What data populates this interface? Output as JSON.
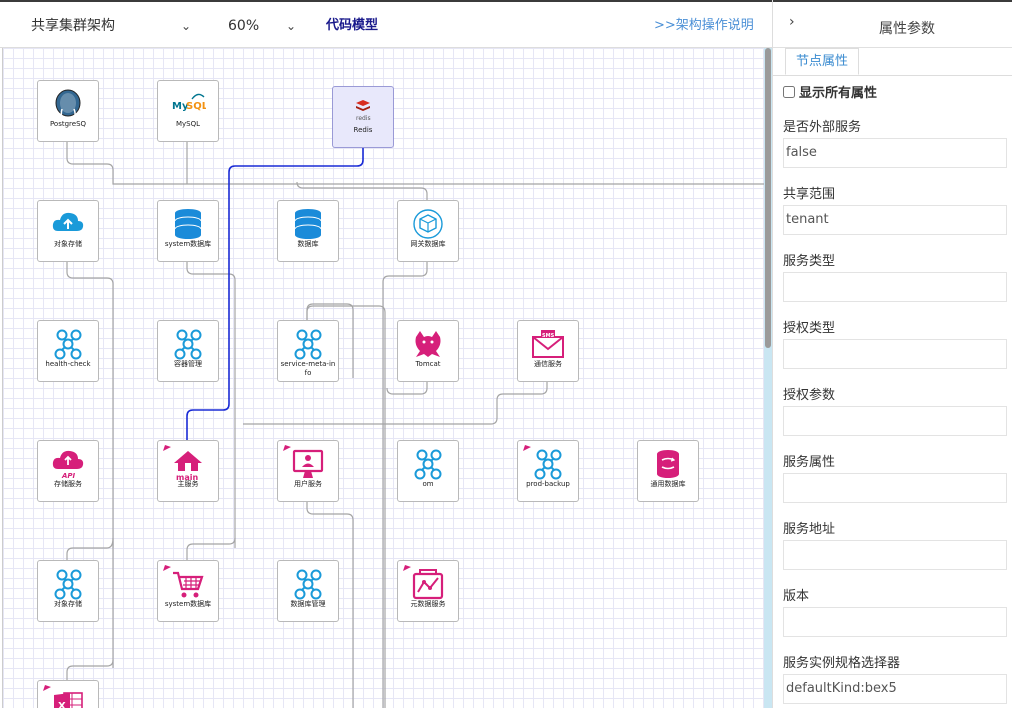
{
  "toolbar": {
    "cluster_select": "共享集群架构",
    "zoom_select": "60%",
    "code_model": "代码模型",
    "help_link": ">>架构操作说明"
  },
  "nodes": [
    {
      "id": "postgres",
      "label": "PostgreSQ",
      "icon": "postgresql-elephant-icon"
    },
    {
      "id": "mysql",
      "label": "MySQL",
      "icon": "mysql-dolphin-icon"
    },
    {
      "id": "redis",
      "label": "Redis",
      "icon": "redis-logo-icon"
    },
    {
      "id": "obj-storage-1",
      "label": "对象存储",
      "icon": "cloud-upload-icon"
    },
    {
      "id": "system-db-1",
      "label": "system数据库",
      "icon": "database-icon"
    },
    {
      "id": "db",
      "label": "数据库",
      "icon": "database-icon"
    },
    {
      "id": "gateway-db",
      "label": "网关数据库",
      "icon": "cube-network-icon"
    },
    {
      "id": "health-check",
      "label": "health-check",
      "icon": "service-node-icon"
    },
    {
      "id": "container-mgmt",
      "label": "容器管理",
      "icon": "service-node-icon"
    },
    {
      "id": "service-meta-info",
      "label": "service-meta-info",
      "icon": "service-node-icon"
    },
    {
      "id": "tomcat",
      "label": "Tomcat",
      "icon": "tomcat-cat-icon"
    },
    {
      "id": "sms",
      "label": "通信服务",
      "icon": "sms-envelope-icon"
    },
    {
      "id": "storage-svc",
      "label": "存储服务",
      "icon": "api-cloud-icon"
    },
    {
      "id": "main-svc",
      "label": "主服务",
      "icon": "main-house-icon"
    },
    {
      "id": "user-svc",
      "label": "用户服务",
      "icon": "monitor-user-icon"
    },
    {
      "id": "om",
      "label": "om",
      "icon": "service-node-icon"
    },
    {
      "id": "prod-backup",
      "label": "prod-backup",
      "icon": "service-node-icon"
    },
    {
      "id": "common-db",
      "label": "通用数据库",
      "icon": "database-sync-icon"
    },
    {
      "id": "obj-storage-2",
      "label": "对象存储",
      "icon": "service-node-icon"
    },
    {
      "id": "system-db-2",
      "label": "system数据库",
      "icon": "shopping-cart-icon"
    },
    {
      "id": "db-mgmt",
      "label": "数据库管理",
      "icon": "service-node-icon"
    },
    {
      "id": "meta-svc",
      "label": "元数据服务",
      "icon": "box-chart-icon"
    },
    {
      "id": "excel",
      "label": "",
      "icon": "excel-icon"
    }
  ],
  "panel": {
    "title": "属性参数",
    "tab": "节点属性",
    "show_all": "显示所有属性",
    "fields": [
      {
        "label": "是否外部服务",
        "value": "false"
      },
      {
        "label": "共享范围",
        "value": "tenant"
      },
      {
        "label": "服务类型",
        "value": ""
      },
      {
        "label": "授权类型",
        "value": ""
      },
      {
        "label": "授权参数",
        "value": ""
      },
      {
        "label": "服务属性",
        "value": ""
      },
      {
        "label": "服务地址",
        "value": ""
      },
      {
        "label": "版本",
        "value": ""
      },
      {
        "label": "服务实例规格选择器",
        "value": "defaultKind:bex5"
      }
    ]
  },
  "colors": {
    "accent": "#e0197d",
    "link": "#4a8fd6",
    "wire_selected": "#1a2bd6",
    "wire": "#9a9a9a"
  }
}
